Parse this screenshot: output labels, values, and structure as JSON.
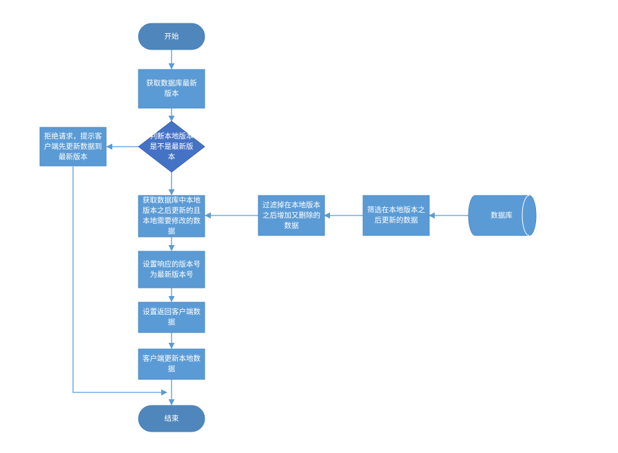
{
  "diagram": {
    "colors": {
      "process_fill": "#5b9bd5",
      "process_border": "#4a88c2",
      "terminal_fill": "#4f86bb",
      "decision_fill": "#4472c4",
      "database_fill": "#5b9bd5",
      "arrow": "#5b9bd5",
      "text": "#ffffff"
    },
    "nodes": {
      "start": "开始",
      "get_latest_version": "获取数据库最新版本",
      "decision_is_latest": "判断本地版本是不是最新版本",
      "reject_request": "拒绝请求，提示客户端先更新数据到最新版本",
      "get_updated_data": "获取数据库中本地版本之后更新的且本地需要修改的数据",
      "set_response_version": "设置响应的版本号为最新版本号",
      "set_return_data": "设置返回客户端数据",
      "client_update": "客户端更新本地数据",
      "end": "结束",
      "filter_deleted": "过滤掉在本地版本之后增加又删除的数据",
      "select_updated": "筛选在本地版本之后更新的数据",
      "database": "数据库"
    }
  }
}
